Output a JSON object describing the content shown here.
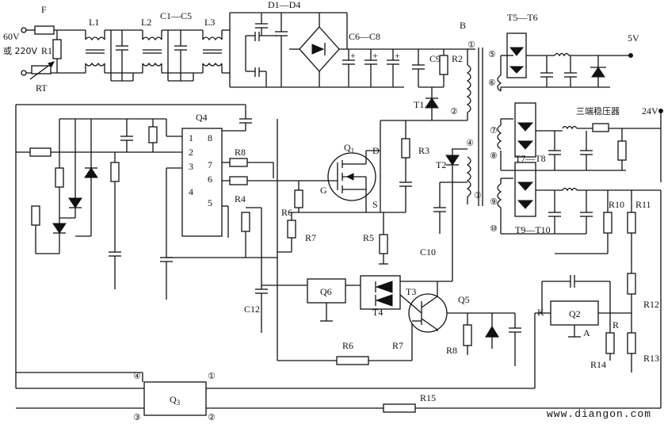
{
  "labels": {
    "F": "F",
    "v60": "60V",
    "v220": "或 220V",
    "R1": "R1",
    "RT": "RT",
    "L1": "L1",
    "L2": "L2",
    "C1C5": "C1—C5",
    "L3": "L3",
    "D1D4": "D1—D4",
    "C6C8": "C6—C8",
    "B": "B",
    "C9": "C9",
    "R2": "R2",
    "T1": "T1",
    "T5T6": "T5—T6",
    "v5": "5V",
    "Q4": "Q4",
    "R8a": "R8",
    "R4": "R4",
    "R6a": "R6",
    "R7a": "R7",
    "Q1": "Q",
    "Q1sub": "1",
    "D": "D",
    "G": "G",
    "S": "S",
    "R3": "R3",
    "T2": "T2",
    "R5": "R5",
    "C10": "C10",
    "reg": "三端稳压器",
    "v24": "24V",
    "T7T8": "T7—T8",
    "T9T10": "T9—T10",
    "R10": "R10",
    "R11": "R11",
    "C12": "C12",
    "Q6": "Q6",
    "T3": "T3",
    "T4": "T4",
    "Q5": "Q5",
    "R6b": "R6",
    "R7b": "R7",
    "R8b": "R8",
    "K": "K",
    "Q2": "Q2",
    "A": "A",
    "R": "R",
    "R12": "R12",
    "R13": "R13",
    "R14": "R14",
    "Q3": "Q",
    "Q3sub": "3",
    "R15": "R15",
    "watermark": "www.diangon.com",
    "pins_q4": [
      "1",
      "2",
      "3",
      "4",
      "8",
      "7",
      "6",
      "5"
    ],
    "windings": [
      "①",
      "②",
      "④",
      "③",
      "⑤",
      "⑥",
      "⑦",
      "⑧",
      "⑨",
      "⑩"
    ],
    "q3pins": [
      "④",
      "①",
      "③",
      "②"
    ]
  }
}
